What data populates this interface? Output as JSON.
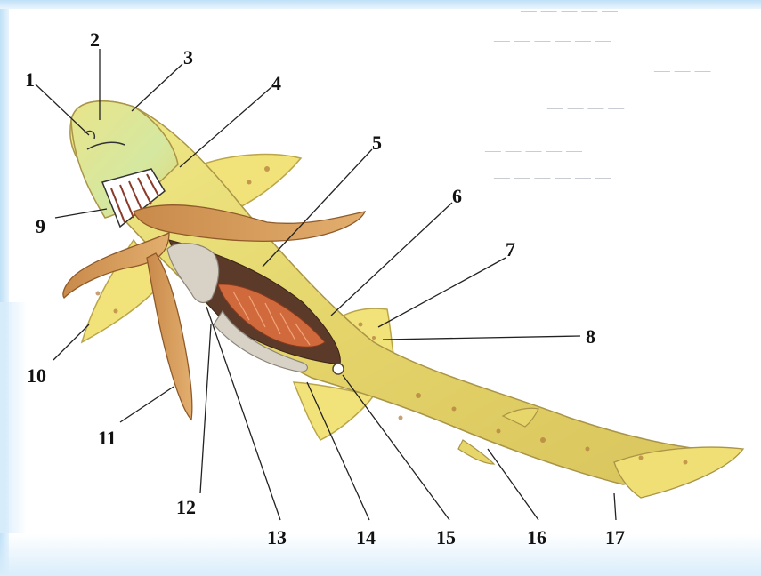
{
  "labels": [
    {
      "id": "1",
      "text": "1"
    },
    {
      "id": "2",
      "text": "2"
    },
    {
      "id": "3",
      "text": "3"
    },
    {
      "id": "4",
      "text": "4"
    },
    {
      "id": "5",
      "text": "5"
    },
    {
      "id": "6",
      "text": "6"
    },
    {
      "id": "7",
      "text": "7"
    },
    {
      "id": "8",
      "text": "8"
    },
    {
      "id": "9",
      "text": "9"
    },
    {
      "id": "10",
      "text": "10"
    },
    {
      "id": "11",
      "text": "11"
    },
    {
      "id": "12",
      "text": "12"
    },
    {
      "id": "13",
      "text": "13"
    },
    {
      "id": "14",
      "text": "14"
    },
    {
      "id": "15",
      "text": "15"
    },
    {
      "id": "16",
      "text": "16"
    },
    {
      "id": "17",
      "text": "17"
    }
  ],
  "colors": {
    "body": "#e7dc6a",
    "fin": "#f2e27a",
    "gut": "#d79a55",
    "organ": "#d8d2c6",
    "gonad": "#d06a3c",
    "cavity": "#5b3a2a",
    "leader": "#222222"
  }
}
